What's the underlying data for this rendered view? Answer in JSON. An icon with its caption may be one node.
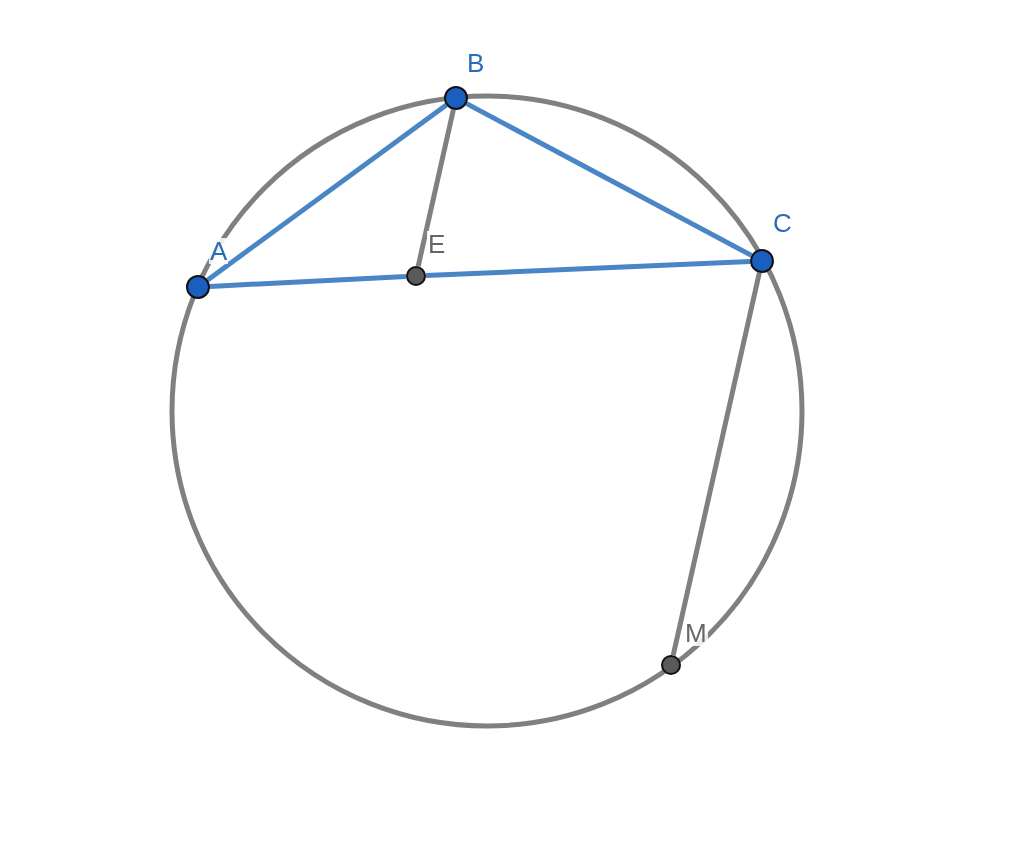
{
  "diagram": {
    "nodes": [
      {
        "text": [],
        "shape": "circle",
        "beside": [
          "A"
        ]
      },
      {
        "text": [],
        "shape": "circle",
        "beside": [
          "B"
        ]
      },
      {
        "text": [],
        "shape": "circle",
        "beside": [
          "C"
        ]
      },
      {
        "text": [],
        "shape": "circle",
        "beside": [
          "E"
        ]
      },
      {
        "text": [],
        "shape": "circle",
        "beside": [
          "M"
        ]
      }
    ],
    "edges": [
      {
        "from": 0,
        "to": 1,
        "arrow": "none"
      },
      {
        "from": 1,
        "to": 2,
        "arrow": "none"
      },
      {
        "from": 0,
        "to": 3,
        "arrow": "none"
      },
      {
        "from": 3,
        "to": 2,
        "arrow": "none"
      },
      {
        "from": 1,
        "to": 3,
        "arrow": "none",
        "color": "#808080"
      },
      {
        "from": 2,
        "to": 4,
        "arrow": "none",
        "color": "#808080"
      }
    ]
  }
}
